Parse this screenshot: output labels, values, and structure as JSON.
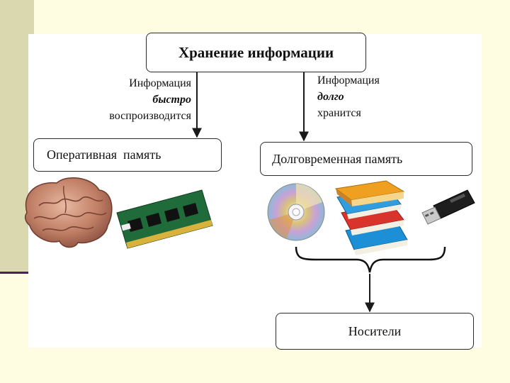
{
  "title": "Хранение информации",
  "left_branch": {
    "note": [
      "Информация",
      "быстро",
      "воспроизводится"
    ],
    "box": "Оперативная  память"
  },
  "right_branch": {
    "note": [
      "Информация",
      "долго",
      "хранится"
    ],
    "box": "Долговременная память"
  },
  "bottom_box": "Носители",
  "icons": [
    "brain-icon",
    "ram-module-icon",
    "cd-disc-icon",
    "books-icon",
    "usb-flash-drive-icon"
  ]
}
